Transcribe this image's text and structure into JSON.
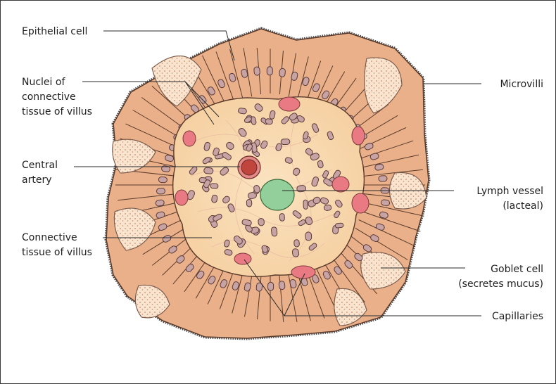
{
  "labels": {
    "epithelial_cell": "Epithelial cell",
    "nuclei_line1": "Nuclei of",
    "nuclei_line2": "connective",
    "nuclei_line3": "tissue of villus",
    "central_artery_line1": "Central",
    "central_artery_line2": "artery",
    "connective_line1": "Connective",
    "connective_line2": "tissue of villus",
    "microvilli": "Microvilli",
    "lymph_line1": "Lymph vessel",
    "lymph_line2": "(lacteal)",
    "goblet_line1": "Goblet cell",
    "goblet_line2": "(secretes mucus)",
    "capillaries": "Capillaries"
  },
  "colors": {
    "epithelium_fill": "#e9b08a",
    "epithelium_stroke": "#5a3a2a",
    "connective_fill": "#f8d7aa",
    "goblet_fill": "#f8e4cf",
    "nucleus_fill": "#c8a3a3",
    "capillary_fill": "#e97a84",
    "artery_fill": "#c0453c",
    "lacteal_fill": "#93cf9b",
    "microvilli": "#4d4d4d",
    "leader_line": "#2a2a2a"
  }
}
